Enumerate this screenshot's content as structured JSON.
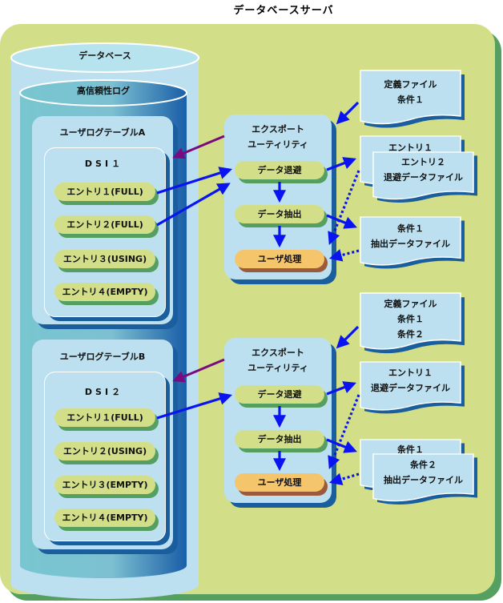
{
  "title": "データベースサーバ",
  "database": {
    "label": "データベース",
    "log_label": "高信頼性ログ",
    "tables": [
      {
        "name": "ユーザログテーブルA",
        "dsi": "DSI１",
        "entries": [
          "エントリ１(FULL)",
          "エントリ２(FULL)",
          "エントリ３(USING)",
          "エントリ４(EMPTY)"
        ]
      },
      {
        "name": "ユーザログテーブルB",
        "dsi": "DSI２",
        "entries": [
          "エントリ１(FULL)",
          "エントリ２(USING)",
          "エントリ３(EMPTY)",
          "エントリ４(EMPTY)"
        ]
      }
    ]
  },
  "utilities": [
    {
      "title_line1": "エクスポート",
      "title_line2": "ユーティリティ",
      "steps": [
        "データ退避",
        "データ抽出",
        "ユーザ処理"
      ],
      "definition_file": [
        "定義ファイル",
        "条件１"
      ],
      "backup_files": {
        "back": "エントリ１",
        "front": [
          "エントリ２",
          "退避データファイル"
        ]
      },
      "extract_files": {
        "front": [
          "条件１",
          "抽出データファイル"
        ]
      }
    },
    {
      "title_line1": "エクスポート",
      "title_line2": "ユーティリティ",
      "steps": [
        "データ退避",
        "データ抽出",
        "ユーザ処理"
      ],
      "definition_file": [
        "定義ファイル",
        "条件１",
        "条件２"
      ],
      "backup_files": {
        "front": [
          "エントリ１",
          "退避データファイル"
        ]
      },
      "extract_files": {
        "back": "条件１",
        "front": [
          "条件２",
          "抽出データファイル"
        ]
      }
    }
  ],
  "colors": {
    "panel": "#d3df88",
    "panel_shadow": "#55a060",
    "light_blue": "#bde0f0",
    "dark_blue": "#1a5e9e",
    "arrow_blue": "#0a14f0",
    "arrow_purple": "#7a0a80",
    "user_process": "#f5c56c"
  }
}
